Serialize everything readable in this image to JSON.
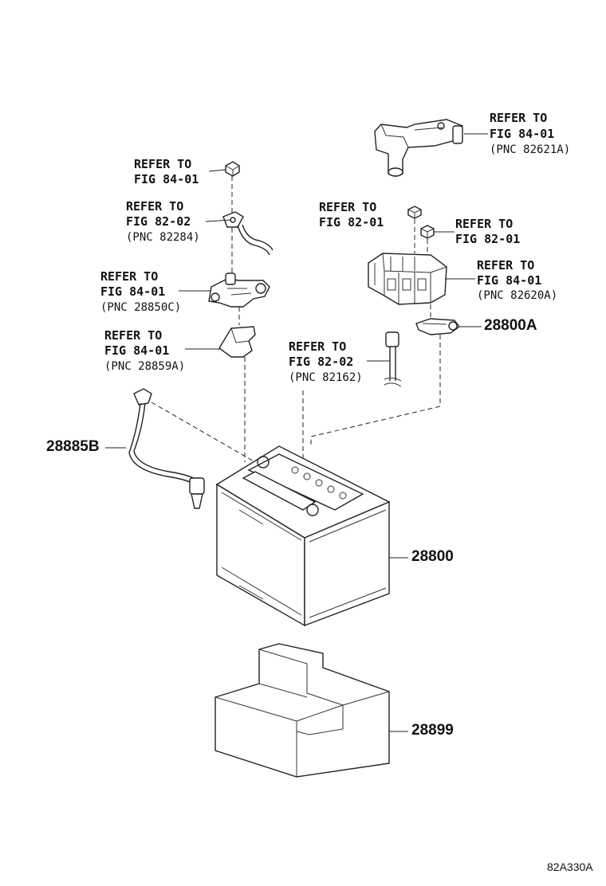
{
  "refs": [
    {
      "id": "ref-84-01-sensor",
      "line1": "REFER TO",
      "line2": "FIG 84-01",
      "pnc": "(PNC 82621A)"
    },
    {
      "id": "ref-84-01-nut-left",
      "line1": "REFER TO",
      "line2": "FIG 84-01",
      "pnc": ""
    },
    {
      "id": "ref-82-02-terminal",
      "line1": "REFER TO",
      "line2": "FIG 82-02",
      "pnc": "(PNC 82284)"
    },
    {
      "id": "ref-82-01-nut-mid",
      "line1": "REFER TO",
      "line2": "FIG 82-01",
      "pnc": ""
    },
    {
      "id": "ref-82-01-nut-right",
      "line1": "REFER TO",
      "line2": "FIG 82-01",
      "pnc": ""
    },
    {
      "id": "ref-84-01-fusebox",
      "line1": "REFER TO",
      "line2": "FIG 84-01",
      "pnc": "(PNC 82620A)"
    },
    {
      "id": "ref-84-01-clamp",
      "line1": "REFER TO",
      "line2": "FIG 84-01",
      "pnc": "(PNC 28850C)"
    },
    {
      "id": "ref-84-01-bracket",
      "line1": "REFER TO",
      "line2": "FIG 84-01",
      "pnc": "(PNC 28859A)"
    },
    {
      "id": "ref-82-02-wire",
      "line1": "REFER TO",
      "line2": "FIG 82-02",
      "pnc": "(PNC 82162)"
    }
  ],
  "parts": {
    "p28800A": "28800A",
    "p28885B": "28885B",
    "p28800": "28800",
    "p28899": "28899"
  },
  "figure_code": "82A330A"
}
